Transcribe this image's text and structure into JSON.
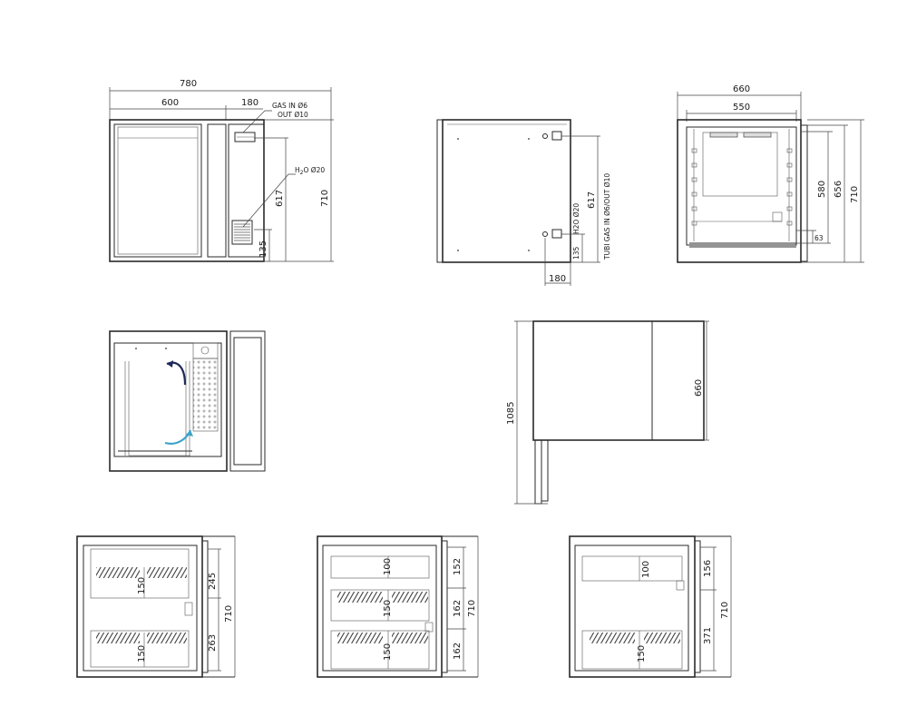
{
  "front_view": {
    "width_total": "780",
    "width_cabinet": "600",
    "width_unit": "180",
    "gas_in": "GAS IN Ø6",
    "gas_out": "OUT Ø10",
    "water_prefix": "H",
    "water_sub": "2",
    "water_suffix": "O Ø20",
    "height_617": "617",
    "height_135": "135",
    "height_710": "710"
  },
  "rear_view": {
    "h2o": "H2O Ø20",
    "height_617": "617",
    "height_135": "135",
    "tubi": "TUBI GAS IN Ø6/OUT Ø10",
    "width_180": "180"
  },
  "side_view": {
    "depth_660": "660",
    "depth_550": "550",
    "height_580": "580",
    "height_656": "656",
    "height_710": "710",
    "height_63": "63"
  },
  "plan_view": {
    "open_1085": "1085",
    "depth_660": "660"
  },
  "config_1": {
    "h_245": "245",
    "h_263": "263",
    "h_710": "710",
    "tray_a": "150",
    "tray_b": "150"
  },
  "config_2": {
    "h_152": "152",
    "h_162a": "162",
    "h_162b": "162",
    "h_710": "710",
    "tray_a": "100",
    "tray_b": "150",
    "tray_c": "150"
  },
  "config_3": {
    "h_156": "156",
    "h_371": "371",
    "h_710": "710",
    "tray_a": "100",
    "tray_b": "150"
  }
}
